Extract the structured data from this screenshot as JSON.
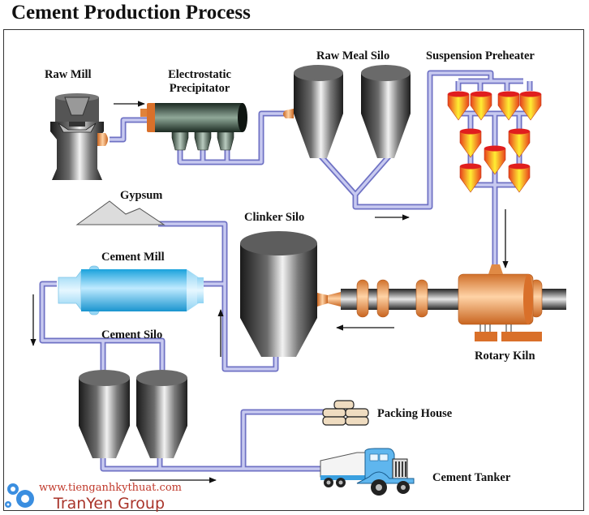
{
  "title": "Cement Production Process",
  "labels": {
    "raw_mill": "Raw Mill",
    "electrostatic_precipitator_line1": "Electrostatic",
    "electrostatic_precipitator_line2": "Precipitator",
    "raw_meal_silo": "Raw Meal Silo",
    "suspension_preheater": "Suspension Preheater",
    "gypsum": "Gypsum",
    "clinker_silo": "Clinker Silo",
    "cement_mill": "Cement Mill",
    "cement_silo": "Cement Silo",
    "rotary_kiln": "Rotary Kiln",
    "packing_house": "Packing House",
    "cement_tanker": "Cement Tanker"
  },
  "watermark": {
    "url": "www.tienganhkythuat.com",
    "name": "TranYen Group",
    "icon": "gears-icon"
  },
  "colors": {
    "pipe": "#b7b9e6",
    "pipe_edge": "#6f72c4",
    "orange": "#e0823a",
    "cement_mill_blue": "#39b6e8",
    "watermark_red": "#c0392b",
    "gear_blue": "#3a8ee0"
  }
}
